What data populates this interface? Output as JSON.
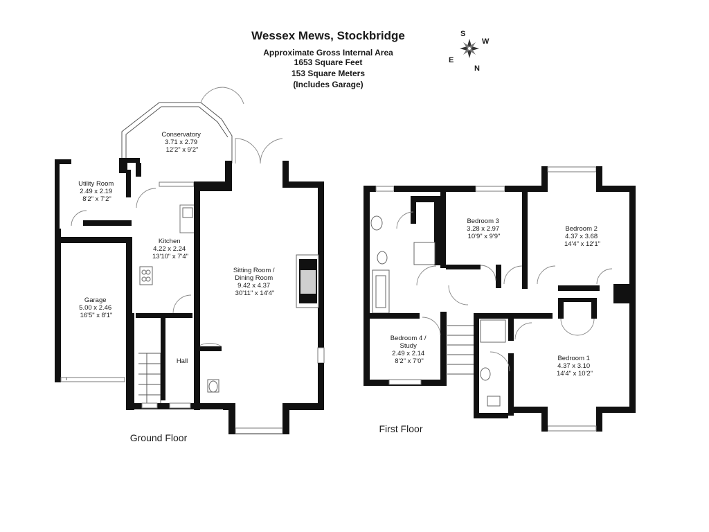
{
  "header": {
    "title": "Wessex Mews, Stockbridge",
    "area_lines": [
      "Approximate Gross Internal Area",
      "1653 Square Feet",
      "153 Square Meters",
      "(Includes Garage)"
    ]
  },
  "compass": {
    "s": "S",
    "w": "W",
    "e": "E",
    "n": "N"
  },
  "floors": {
    "ground": "Ground Floor",
    "first": "First Floor"
  },
  "rooms": {
    "conservatory": [
      "Conservatory",
      "3.71 x 2.79",
      "12'2\" x 9'2\""
    ],
    "utility": [
      "Utility Room",
      "2.49 x 2.19",
      "8'2\" x 7'2\""
    ],
    "kitchen": [
      "Kitchen",
      "4.22 x 2.24",
      "13'10\" x 7'4\""
    ],
    "garage": [
      "Garage",
      "5.00 x 2.46",
      "16'5\" x 8'1\""
    ],
    "sitting": [
      "Sitting Room /",
      "Dining Room",
      "9.42 x 4.37",
      "30'11\" x 14'4\""
    ],
    "hall": [
      "Hall"
    ],
    "bed3": [
      "Bedroom 3",
      "3.28 x 2.97",
      "10'9\" x 9'9\""
    ],
    "bed2": [
      "Bedroom 2",
      "4.37 x 3.68",
      "14'4\" x 12'1\""
    ],
    "bed4": [
      "Bedroom 4 /",
      "Study",
      "2.49 x 2.14",
      "8'2\" x 7'0\""
    ],
    "bed1": [
      "Bedroom 1",
      "4.37 x 3.10",
      "14'4\" x 10'2\""
    ]
  }
}
